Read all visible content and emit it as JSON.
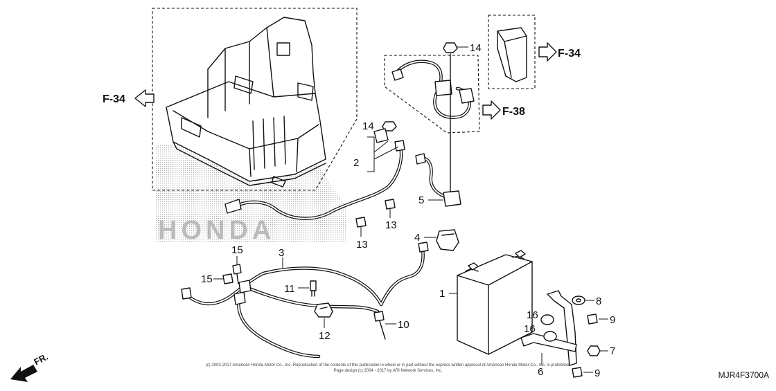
{
  "diagram": {
    "callouts": {
      "c1": "1",
      "c2": "2",
      "c3": "3",
      "c4": "4",
      "c5": "5",
      "c6": "6",
      "c7": "7",
      "c8": "8",
      "c9a": "9",
      "c9b": "9",
      "c10": "10",
      "c11": "11",
      "c12": "12",
      "c13a": "13",
      "c13b": "13",
      "c14a": "14",
      "c14b": "14",
      "c15a": "15",
      "c15b": "15",
      "c16a": "16",
      "c16b": "16"
    },
    "refs": {
      "left": "F-34",
      "top_right": "F-34",
      "middle_right": "F-38"
    },
    "front_label": "FR.",
    "diagram_code": "MJR4F3700A",
    "watermark": "HONDA",
    "copyright_line1": "(c) 2003-2017 American Honda Motor Co., Inc. Reproduction of the contents of this publication in whole or in part without the express written approval of American Honda Motor Co., Inc. is prohibited.",
    "copyright_line2": "Page design (c) 2004 - 2017 by ARI Network Services, Inc."
  }
}
